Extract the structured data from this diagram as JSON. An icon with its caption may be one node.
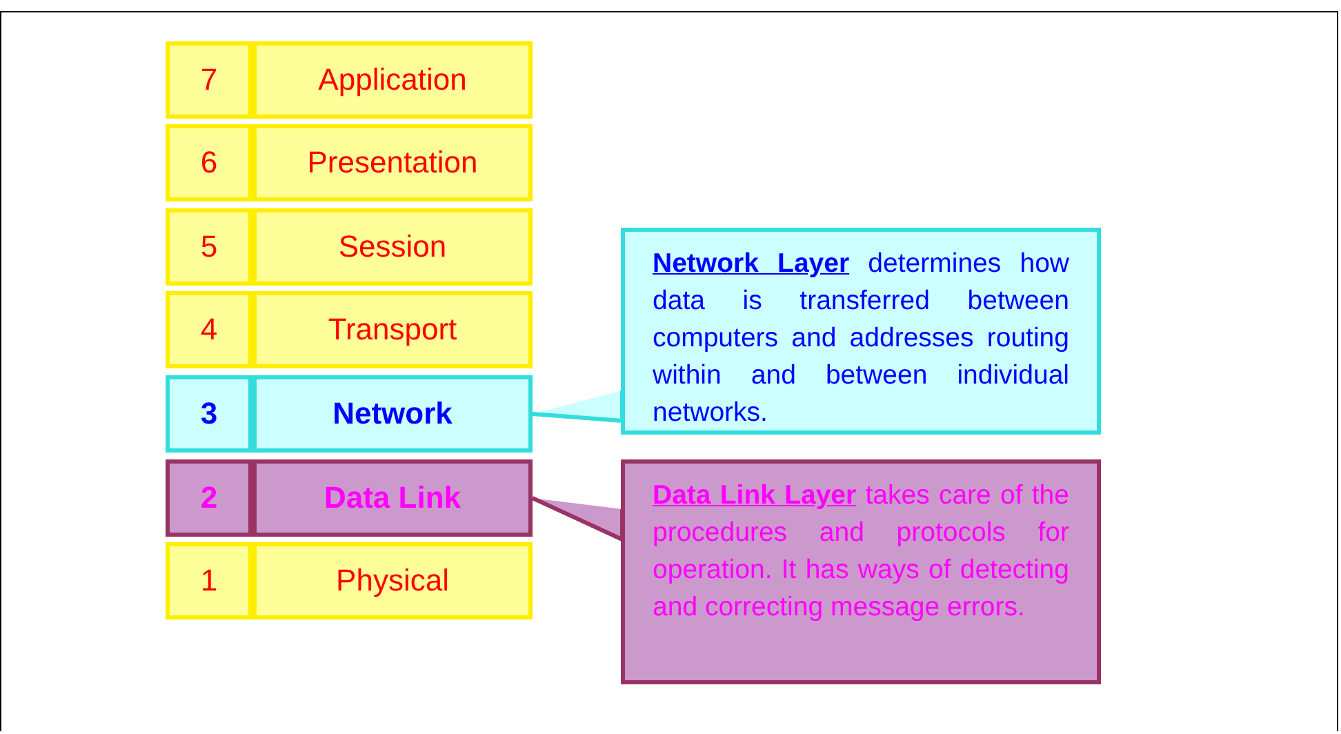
{
  "diagram": {
    "nodes": [
      {
        "text": [
          "7",
          "Application"
        ]
      },
      {
        "text": [
          "6",
          "Presentation"
        ]
      },
      {
        "text": [
          "5",
          "Session"
        ]
      },
      {
        "text": [
          "4",
          "Transport"
        ]
      },
      {
        "text": [
          "3",
          "Network"
        ]
      },
      {
        "text": [
          "2",
          "Data Link"
        ]
      },
      {
        "text": [
          "1",
          "Physical"
        ]
      },
      {
        "text": [
          "**Network Layer** determines how data is transferred between computers and addresses routing within and between individual networks."
        ]
      },
      {
        "text": [
          "**Data Link Layer** takes care of the procedures and protocols for operation. It has ways of detecting and correcting message errors."
        ]
      }
    ],
    "edges": [
      {
        "from": 7,
        "to": 4,
        "arrow": "none",
        "color": "#33dddd"
      },
      {
        "from": 8,
        "to": 5,
        "arrow": "none",
        "color": "#993366"
      }
    ]
  }
}
